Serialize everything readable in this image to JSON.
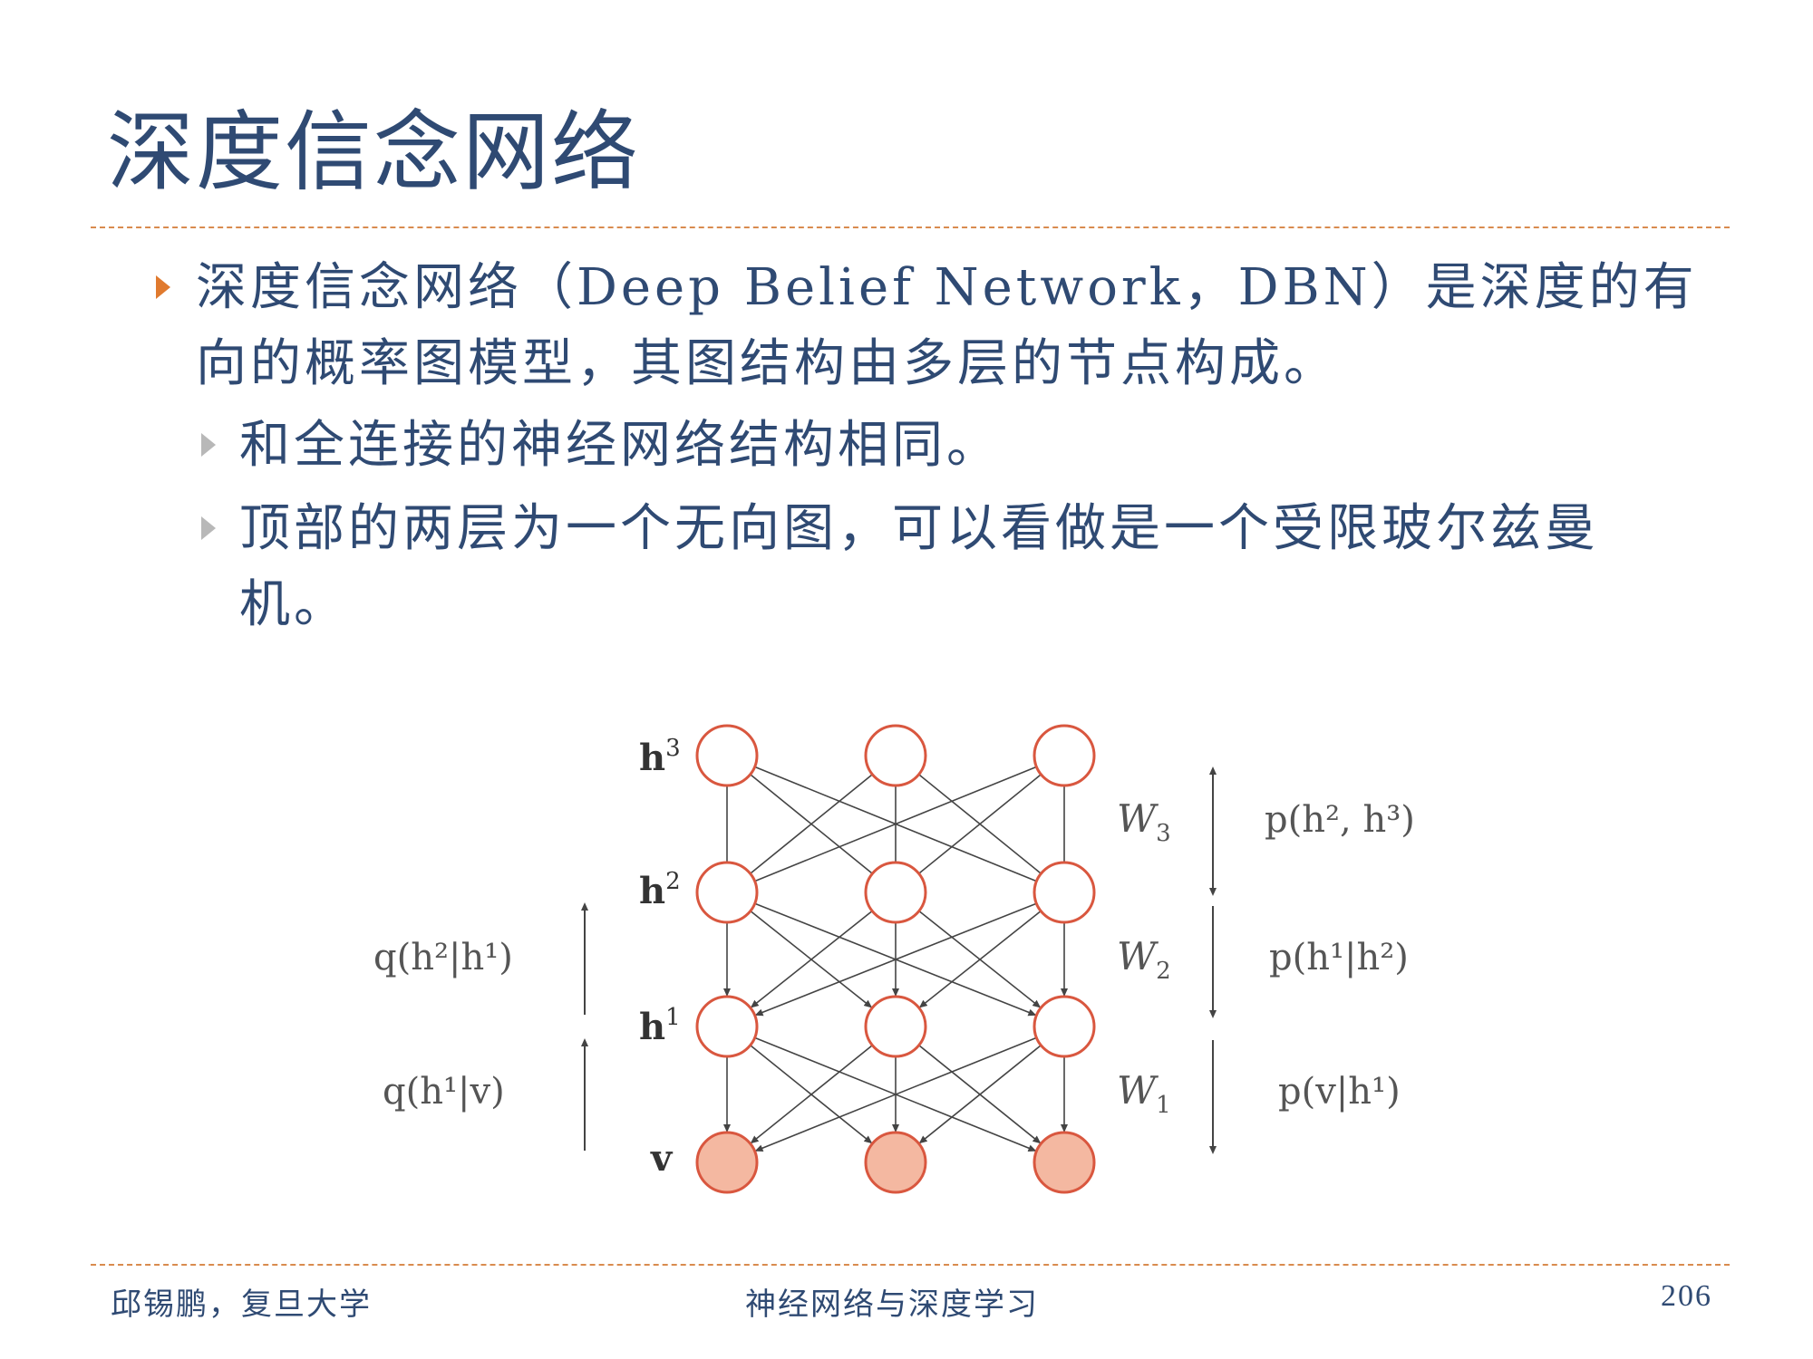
{
  "slide": {
    "title": "深度信念网络",
    "bullets": [
      {
        "level": 1,
        "text": "深度信念网络（Deep Belief Network，DBN）是深度的有向的概率图模型，其图结构由多层的节点构成。"
      },
      {
        "level": 2,
        "text": "和全连接的神经网络结构相同。"
      },
      {
        "level": 2,
        "text": "顶部的两层为一个无向图，可以看做是一个受限玻尔兹曼机。"
      }
    ]
  },
  "diagram": {
    "layers": [
      {
        "base": "h",
        "sup": "3"
      },
      {
        "base": "h",
        "sup": "2"
      },
      {
        "base": "h",
        "sup": "1"
      },
      {
        "base": "v",
        "sup": ""
      }
    ],
    "weights": [
      {
        "base": "W",
        "sub": "3"
      },
      {
        "base": "W",
        "sub": "2"
      },
      {
        "base": "W",
        "sub": "1"
      }
    ],
    "generative": [
      {
        "text": "p(h², h³)"
      },
      {
        "text": "p(h¹|h²)"
      },
      {
        "text": "p(v|h¹)"
      }
    ],
    "recognition": [
      {
        "text": "q(h²|h¹)"
      },
      {
        "text": "q(h¹|v)"
      }
    ],
    "colors": {
      "node_stroke": "#d9573f",
      "visible_fill": "#f4b8a1",
      "edge": "#444444"
    }
  },
  "footer": {
    "author": "邱锡鹏，复旦大学",
    "course": "神经网络与深度学习",
    "page": "206"
  }
}
